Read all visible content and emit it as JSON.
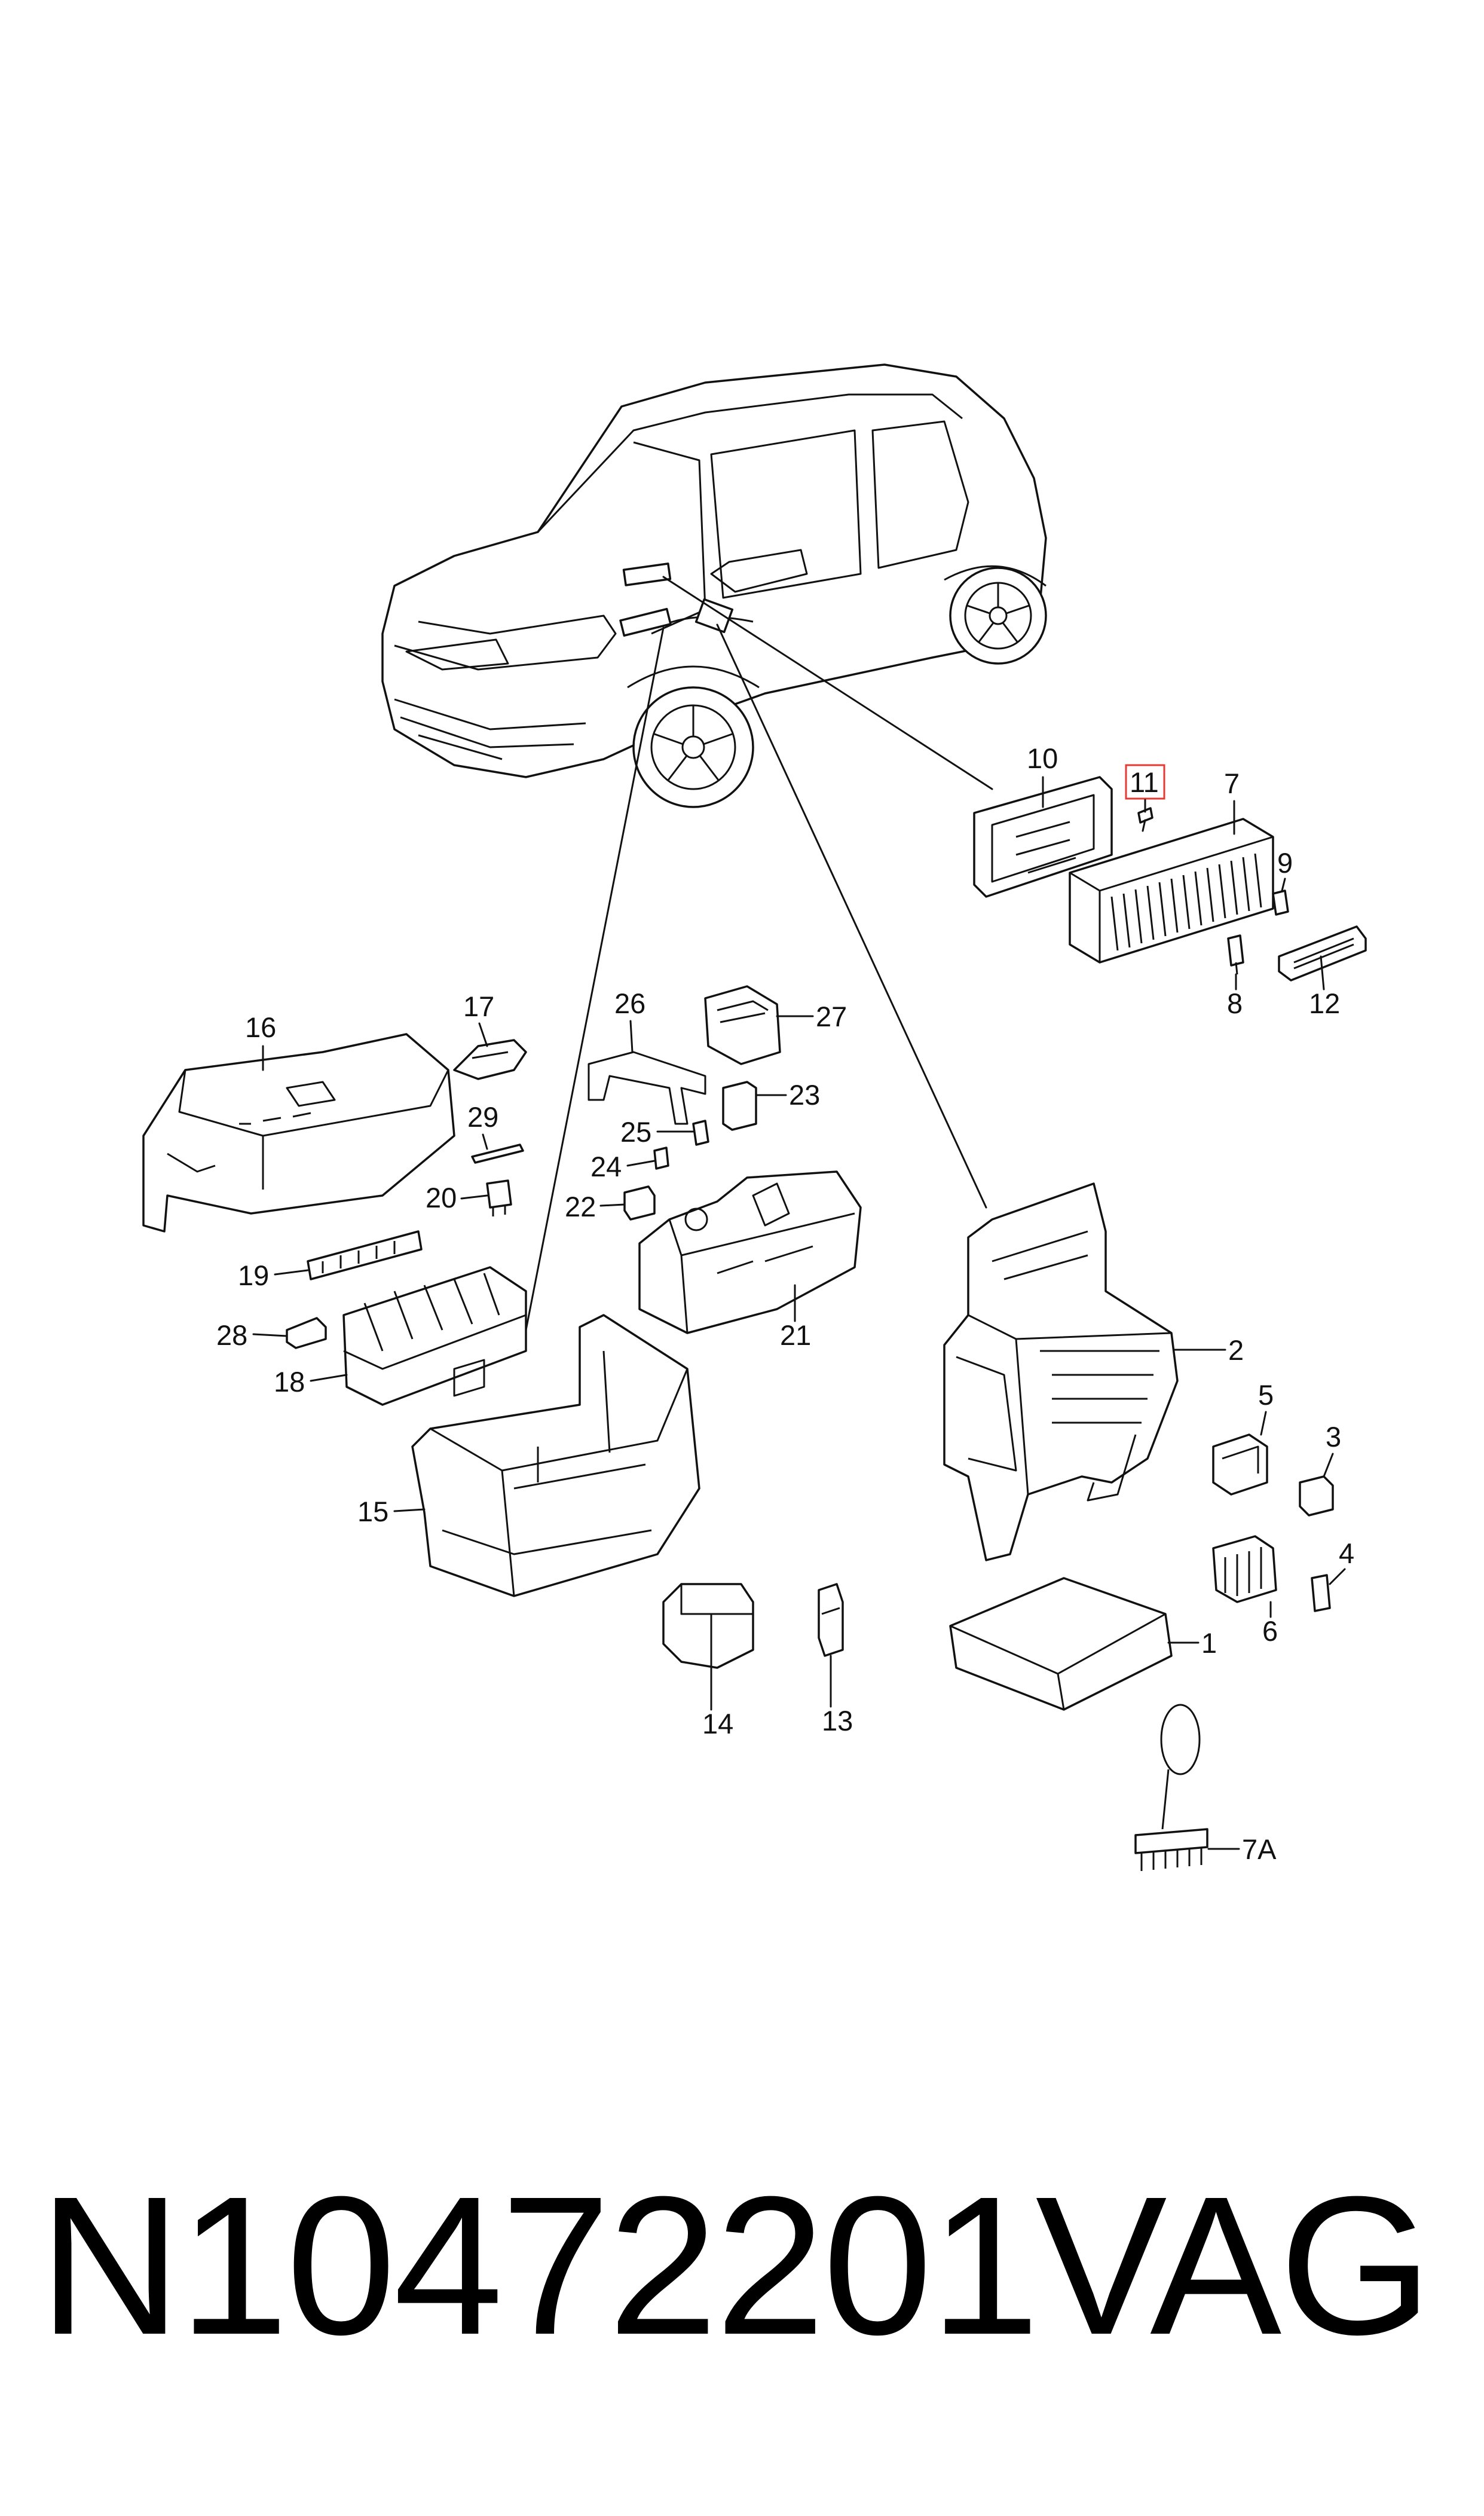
{
  "callouts": [
    "1",
    "2",
    "3",
    "4",
    "5",
    "6",
    "7",
    "7A",
    "8",
    "9",
    "10",
    "11",
    "12",
    "13",
    "14",
    "15",
    "16",
    "17",
    "18",
    "19",
    "20",
    "21",
    "22",
    "23",
    "24",
    "25",
    "26",
    "27",
    "28",
    "29"
  ],
  "highlighted_callout": "11",
  "footer": {
    "part_number": "N10472201",
    "brand": "VAG"
  },
  "colors": {
    "ink": "#111111",
    "highlight": "#e53935",
    "background": "#ffffff"
  }
}
